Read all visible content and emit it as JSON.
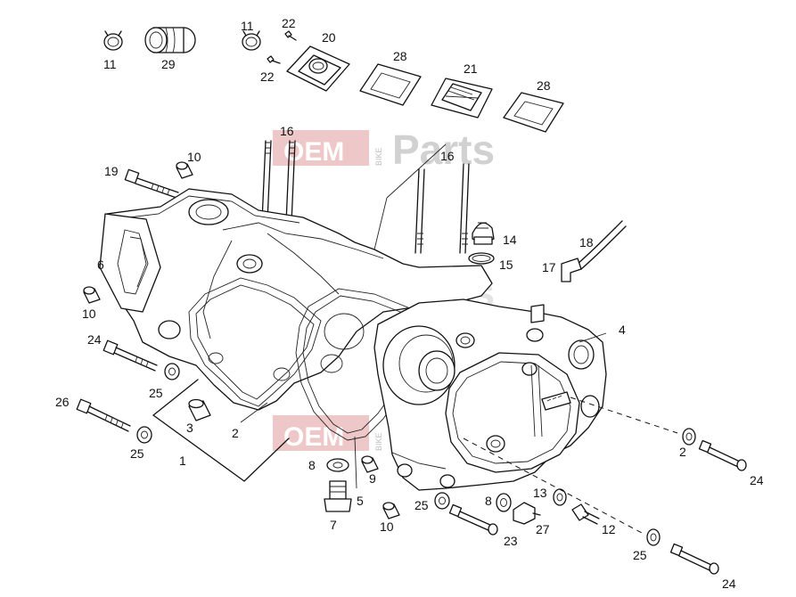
{
  "watermark": {
    "part1": "OEM",
    "part2": "BIKE",
    "part3": "Parts"
  },
  "callouts": [
    "11",
    "29",
    "11",
    "22",
    "20",
    "22",
    "28",
    "21",
    "28",
    "16",
    "16",
    "10",
    "19",
    "14",
    "15",
    "18",
    "17",
    "6",
    "10",
    "4",
    "24",
    "25",
    "26",
    "3",
    "2",
    "1",
    "25",
    "8",
    "5",
    "9",
    "2",
    "24",
    "13",
    "8",
    "25",
    "7",
    "10",
    "23",
    "27",
    "12",
    "25",
    "24"
  ]
}
